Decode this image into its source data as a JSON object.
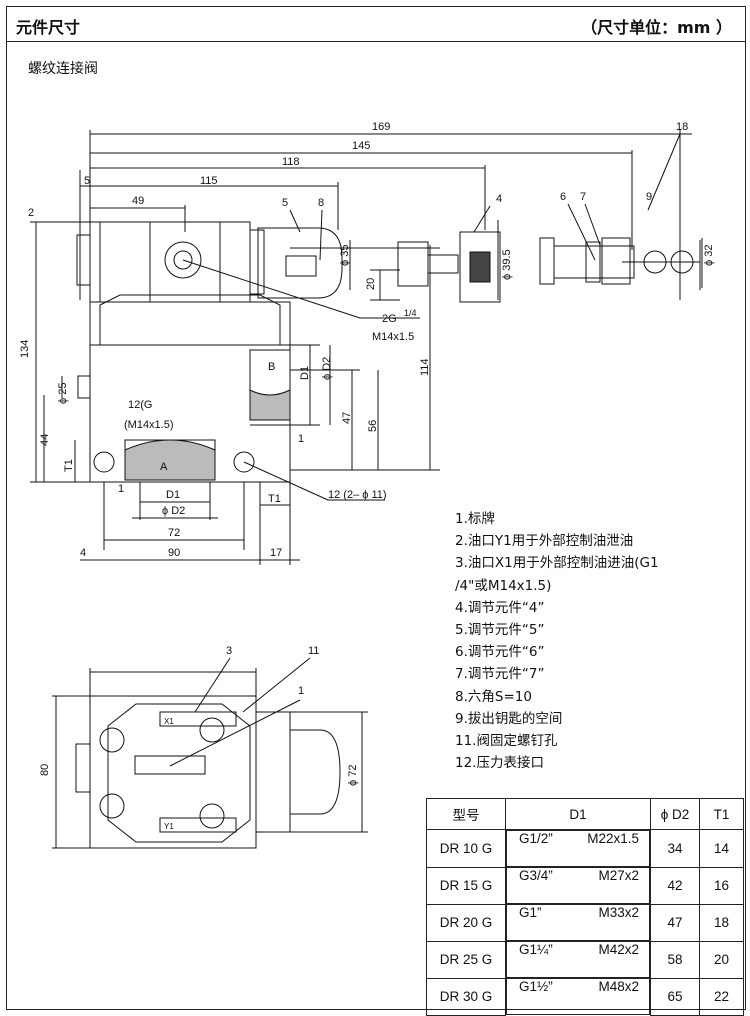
{
  "header": {
    "title": "元件尺寸",
    "unit": "（尺寸单位：mm ）"
  },
  "subtitle": "螺纹连接阀",
  "dims": {
    "d169": "169",
    "d145": "145",
    "d118": "118",
    "d115": "115",
    "d5": "5",
    "d49": "49",
    "d2": "2",
    "d18": "18",
    "d9": "9",
    "d4": "4",
    "d5b": "5",
    "d8": "8",
    "d6": "6",
    "d7": "7",
    "phi35": "ϕ 35",
    "phi395": "ϕ 39.5",
    "phi32": "ϕ 32",
    "d20": "20",
    "g14a": "2G",
    "m14": "M14x1.5",
    "d134": "134",
    "d114": "114",
    "b": "B",
    "D1v": "D1",
    "phiD2v": "ϕ D2",
    "d47": "47",
    "d56": "56",
    "phi25": "ϕ 25",
    "g12": "12(G",
    "m14b": "(M14x1.5)",
    "d44": "44",
    "t1v": "T1",
    "a": "A",
    "d1h": "1",
    "d1": "D1",
    "phiD2": "ϕ D2",
    "d72": "72",
    "d90": "90",
    "d17": "17",
    "d4b": "4",
    "t1": "T1",
    "d12": "12 (2– ϕ 11)",
    "d1b": "1",
    "d1c": "1",
    "n3": "3",
    "n11": "11",
    "n1": "1",
    "d80": "80",
    "phi72": "ϕ 72",
    "x1": "X1",
    "y1": "Y1"
  },
  "legend": [
    "1.标牌",
    "2.油口Y1用于外部控制油泄油",
    "3.油口X1用于外部控制油进油(G1",
    "/4\"或M14x1.5)",
    "4.调节元件“4”",
    "5.调节元件“5”",
    "6.调节元件“6”",
    "7.调节元件“7”",
    "8.六角S=10",
    "9.拔出钥匙的空间",
    "11.阀固定螺钉孔",
    "12.压力表接口"
  ],
  "table": {
    "headers": [
      "型号",
      "D1",
      "ϕ D2",
      "T1"
    ],
    "rows": [
      {
        "model": "DR 10 G",
        "g": "G1/2”",
        "m": "M22x1.5",
        "d2": "34",
        "t1": "14"
      },
      {
        "model": "DR 15 G",
        "g": "G3/4”",
        "m": "M27x2",
        "d2": "42",
        "t1": "16"
      },
      {
        "model": "DR 20 G",
        "g": "G1”",
        "m": "M33x2",
        "d2": "47",
        "t1": "18"
      },
      {
        "model": "DR 25 G",
        "g": "G1¼”",
        "m": "M42x2",
        "d2": "58",
        "t1": "20"
      },
      {
        "model": "DR 30 G",
        "g": "G1½”",
        "m": "M48x2",
        "d2": "65",
        "t1": "22"
      }
    ]
  }
}
